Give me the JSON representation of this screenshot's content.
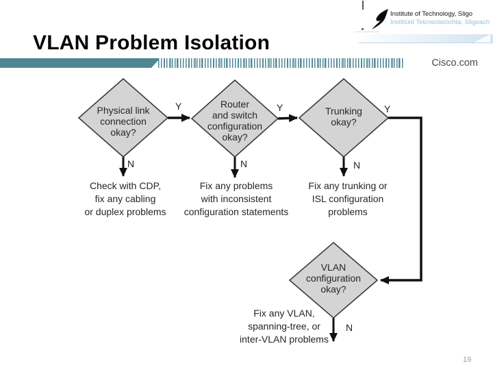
{
  "slide": {
    "title": "VLAN Problem Isolation",
    "page_number": "19",
    "brand": "Cisco.com",
    "institute": {
      "logo_icon": "swoosh-icon",
      "name_en": "Institute of Technology, Sligo",
      "name_ga": "Institiúid Teicneolaíochta, Sligeach"
    },
    "colors": {
      "rule_teal": "#4e8793",
      "diamond_fill": "#d4d4d4",
      "diamond_stroke": "#3a3a3a",
      "connector_black": "#111111",
      "institute_blue": "#8fc3dc"
    }
  },
  "flowchart": {
    "yes_label": "Y",
    "no_label": "N",
    "decisions": [
      {
        "id": "physical-link",
        "label": "Physical link\nconnection\nokay?"
      },
      {
        "id": "router-switch-config",
        "label": "Router\nand switch\nconfiguration\nokay?"
      },
      {
        "id": "trunking",
        "label": "Trunking\nokay?"
      },
      {
        "id": "vlan-config",
        "label": "VLAN\nconfiguration\nokay?"
      }
    ],
    "actions": [
      {
        "id": "check-cdp",
        "label": "Check with CDP,\nfix any cabling\nor duplex problems"
      },
      {
        "id": "fix-inconsistent-config",
        "label": "Fix any problems\nwith inconsistent\nconfiguration statements"
      },
      {
        "id": "fix-trunking-isl",
        "label": "Fix any trunking or\nISL configuration\nproblems"
      },
      {
        "id": "fix-vlan",
        "label": "Fix any VLAN,\nspanning-tree, or\ninter-VLAN problems"
      }
    ]
  }
}
